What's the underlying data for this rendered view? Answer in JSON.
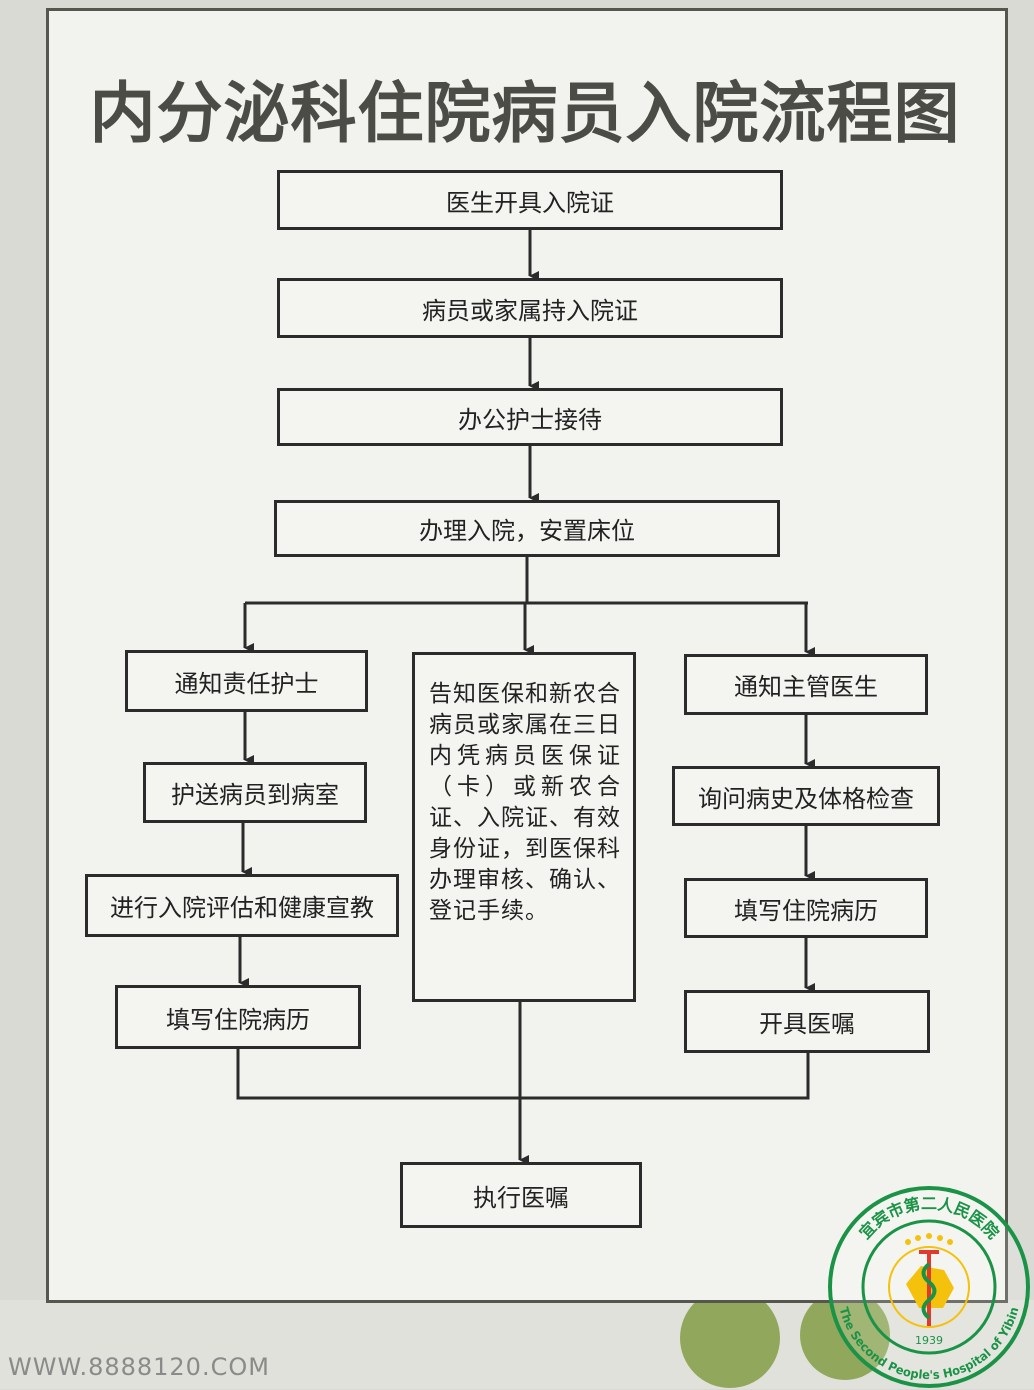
{
  "title": "内分泌科住院病员入院流程图",
  "steps": {
    "s1": "医生开具入院证",
    "s2": "病员或家属持入院证",
    "s3": "办公护士接待",
    "s4": "办理入院，安置床位"
  },
  "left_branch": [
    "通知责任护士",
    "护送病员到病室",
    "进行入院评估和健康宣教",
    "填写住院病历"
  ],
  "middle_branch": "告知医保和新农合病员或家属在三日内凭病员医保证（卡）或新农合证、入院证、有效身份证，到医保科办理审核、确认、登记手续。",
  "right_branch": [
    "通知主管医生",
    "询问病史及体格检查",
    "填写住院病历",
    "开具医嘱"
  ],
  "final_step": "执行医嘱",
  "watermark": "WWW.8888120.COM",
  "logo": {
    "name_cn": "宜宾市第二人民医院",
    "name_en": "The Second People's Hospital of Yibin",
    "year": "1939"
  },
  "colors": {
    "logo_green": "#1a9347",
    "logo_yellow": "#f4c20d",
    "logo_red": "#e03a2f",
    "line": "#2b2b2b"
  }
}
